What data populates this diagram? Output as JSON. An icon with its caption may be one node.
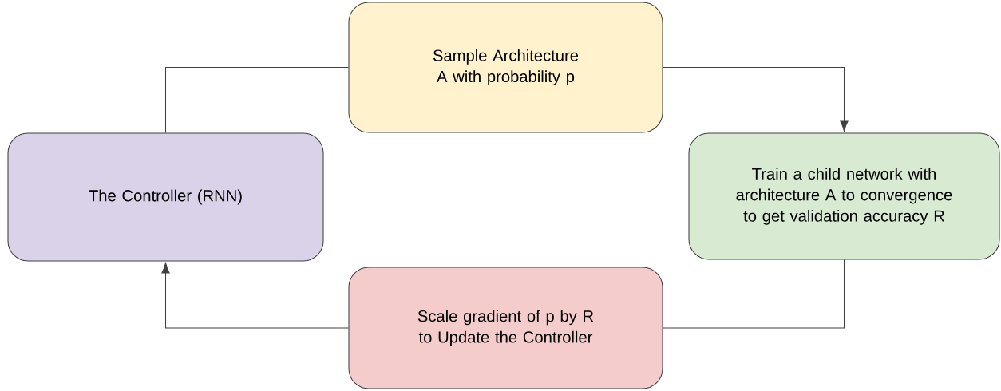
{
  "diagram": {
    "nodes": [
      {
        "text": [
          "Sample Architecture A with probability p"
        ]
      },
      {
        "text": [
          "The Controller (RNN)"
        ]
      },
      {
        "text": [
          "Train a child network with architecture A to convergence to get validation accuracy R"
        ]
      },
      {
        "text": [
          "Scale gradient of p by R to Update the Controller"
        ]
      }
    ],
    "edges": [
      {
        "from": 1,
        "to": 0,
        "arrow": "none"
      },
      {
        "from": 0,
        "to": 2,
        "arrow": "to"
      },
      {
        "from": 2,
        "to": 3,
        "arrow": "none"
      },
      {
        "from": 3,
        "to": 1,
        "arrow": "to"
      }
    ]
  }
}
